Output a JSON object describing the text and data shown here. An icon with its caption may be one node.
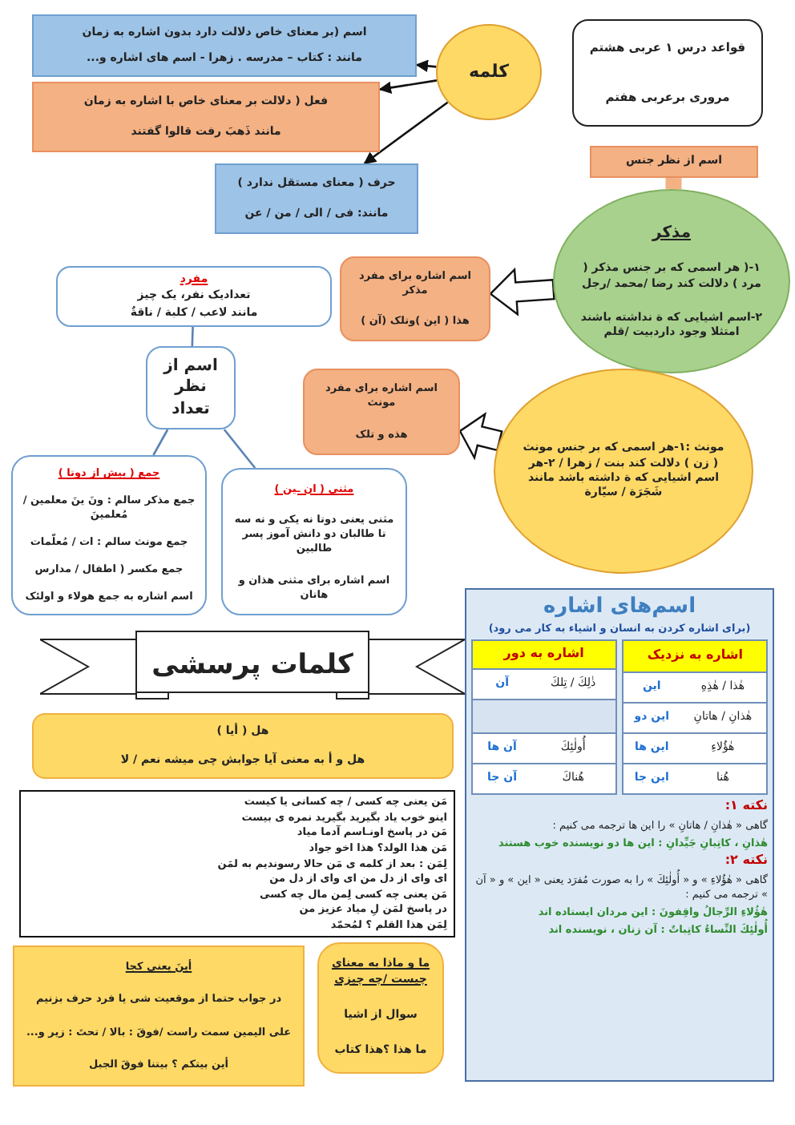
{
  "diagram": {
    "nodes": [
      {
        "text": [
          "قواعد درس ۱ عربی هشتم",
          "مروری برعربی هفتم"
        ]
      },
      {
        "text": [
          "کلمه"
        ]
      },
      {
        "text": [
          "اسم (بر معنای خاص دلالت دارد بدون اشاره به زمان",
          "مانند : کتاب – مدرسه . زهرا - اسم های اشاره و..."
        ]
      },
      {
        "text": [
          "فعل ( دلالت بر معنای خاص با اشاره به زمان",
          "مانند ذَهبَ رفت   قالوا گفتند"
        ]
      },
      {
        "text": [
          "حرف ( معنای مستقل ندارد )",
          "مانند: فی / الی / من / عن"
        ]
      },
      {
        "text": [
          "اسم از نظر جنس"
        ]
      },
      {
        "text": [
          "مذکر",
          "۱-( هر اسمی که بر جنس مذکر ( مرد ) دلالت کند رضا /محمد /رجل",
          "۲-اسم اشیایی که ة نداشته باشند امتثلا وجود داردبیت /قلم"
        ]
      },
      {
        "text": [
          "اسم اشاره برای مفرد مذکر",
          "هذا ( این )وتلک (آن )"
        ]
      },
      {
        "text": [
          "مونث :۱-هر اسمی که بر جنس مونث ( زن ) دلالت کند بنت / زهرا / ۲-هر اسم اشیایی که ة داشته باشد مانند شَجَرَة / سیّارة"
        ]
      },
      {
        "text": [
          "اسم اشاره برای مفرد مونث",
          "هذه و تلک"
        ]
      },
      {
        "text": [
          "مفرد",
          "تعدادیک نفر، یک چیز",
          "مانند لاعب / کلبة / ناقةٌ"
        ]
      },
      {
        "text": [
          "اسم از نظر تعداد"
        ]
      },
      {
        "text": [
          "جمع ( بیش از دوتا )",
          "جمع مذکر سالم : ونَ ینَ معلمین /مُعلمینَ",
          "جمع مونث سالم : ات / مُعلّمات",
          "جمع مکسر ( اطفال / مدارس",
          "اسم اشاره به جمع هولاء و اولئک"
        ]
      },
      {
        "text": [
          "مثنی ( ان ـین )",
          "مثنی یعنی دوتا نه یکی و نه سه تا طالبان دو دانش آموز پسر طالبین",
          "اسم اشاره برای مثنی هذان و هاتان"
        ]
      },
      {
        "text": [
          "کلمات پرسشی"
        ]
      },
      {
        "text": [
          "هل ( أیا )",
          "هل و أ به معنی آیا   جوابش چی میشه نعم / لا"
        ]
      },
      {
        "text": [
          "مَن یعنی چه کسی / چه کسانی یا کیست",
          "اینو خوب یاد بگیرید بگیرید نمره ی بیست",
          "مَن در پاسخ اونـاسم آدما میاد",
          "مَن هذا الولد؟ هذا اخو جواد",
          "لِمَن : بعد از کلمه ی مَن حالا رسوندیم به لمَن",
          "ای وای از دل من ای وای از دل من",
          "مَن یعنی چه کسی لِمن مال چه کسی",
          "در پاسخ لمَن لِ میاد عزیز من",
          "لِمَن هذا القلم ؟ لمُحمّد"
        ]
      },
      {
        "text": [
          "أینَ یعنی کجا",
          "در جواب حتما از موقعیت شی یا فرد حرف بزنیم",
          "علی الیمین سمت راست /فوقَ : بالا / تحتَ : زیر و...",
          "أین بیتکم ؟ بیتنا فوقَ الجبل"
        ]
      },
      {
        "text": [
          "ما و ماذا به معنای چیست /چه چیزی",
          "سوال از اشیا",
          "ما هذا ؟هذا کتاب"
        ]
      },
      {
        "text": [
          "اسم‌های اشاره",
          "(برای اشاره کردن به انسان و اشیاء به کار می رود)"
        ]
      }
    ],
    "edges": [
      {
        "from": 1,
        "to": 2,
        "arrow": "to"
      },
      {
        "from": 1,
        "to": 3,
        "arrow": "to"
      },
      {
        "from": 1,
        "to": 4,
        "arrow": "to"
      },
      {
        "from": 5,
        "to": 6,
        "arrow": "none",
        "style": "thick",
        "color": "#f4b183"
      },
      {
        "from": 6,
        "to": 7,
        "arrow": "to",
        "style": "thick"
      },
      {
        "from": 8,
        "to": 9,
        "arrow": "to",
        "style": "thick"
      },
      {
        "from": 10,
        "to": 11,
        "arrow": "none",
        "color": "#5b82b5"
      },
      {
        "from": 11,
        "to": 12,
        "arrow": "none",
        "color": "#5b82b5"
      },
      {
        "from": 11,
        "to": 13,
        "arrow": "none",
        "color": "#5b82b5"
      }
    ],
    "labels": [
      "اشاره به نزدیک",
      "اشاره به دور",
      "هٰذا / هٰذِهِ",
      "این",
      "ذٰلِكَ / تِلكَ",
      "آن",
      "هٰذانِ / هاتانِ",
      "این دو",
      "هٰؤُلاءِ",
      "این ها",
      "أُولٰئِكَ",
      "آن ها",
      "هُنا",
      "این جا",
      "هُناكَ",
      "آن جا",
      "نکته ۱:",
      "گاهی « هٰذانِ / هاتانِ » را این ها ترجمه می کنیم :",
      "هٰذانِ ، کاتِبانِ جَیِّدانِ : این ها دو نویسنده خوب هستند",
      "نکته ۲:",
      "گاهی « هٰؤُلاءِ » و « أُولٰئِكَ » را به صورت مُفرَد یعنی « این » و « آن » ترجمه می کنیم :",
      "هٰؤُلاءِ الرِّجالُ واقِفونَ : این مردان ایستاده اند",
      "أُولٰئِكَ النِّساءُ کاتِباتٌ : آن زنان ، نویسنده اند"
    ]
  }
}
